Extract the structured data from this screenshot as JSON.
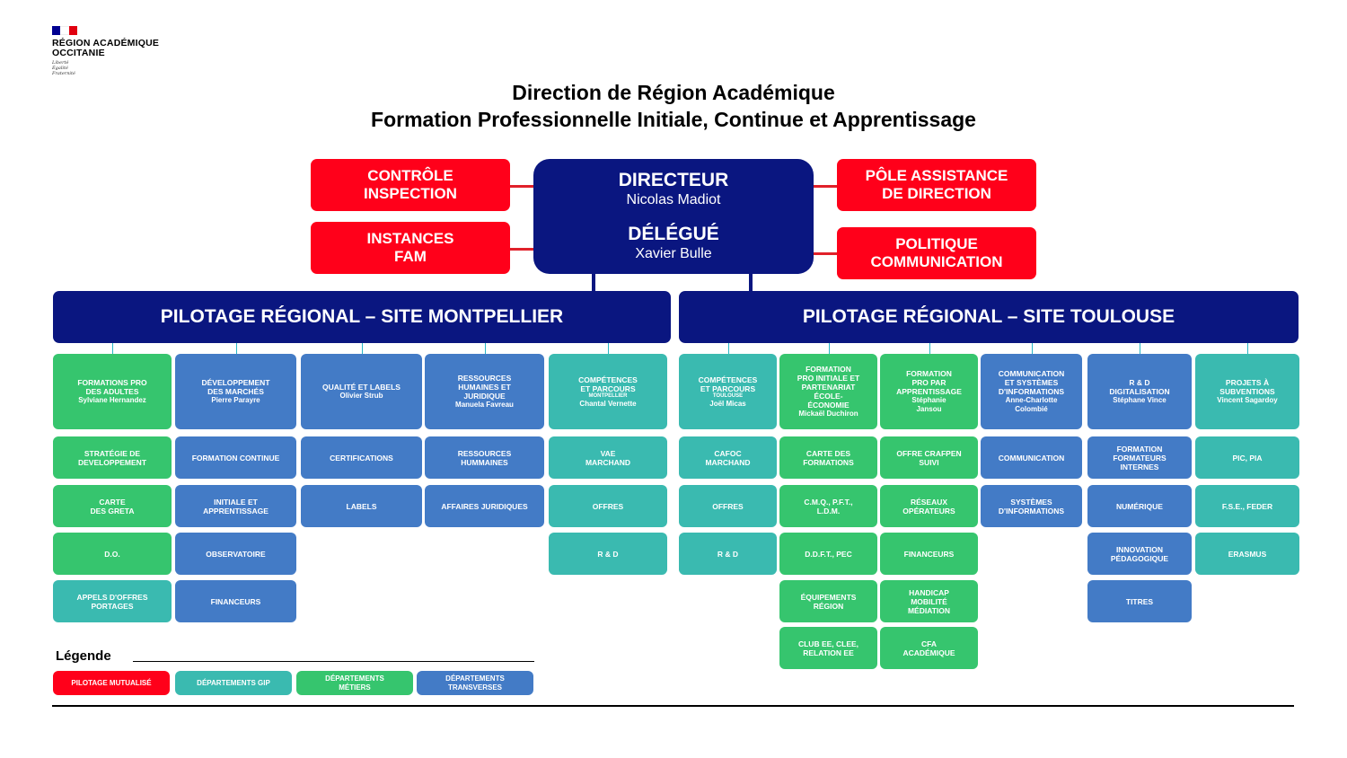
{
  "logo": {
    "line1": "RÉGION ACADÉMIQUE",
    "line2": "OCCITANIE",
    "motto": "Liberté\nÉgalité\nFraternité",
    "colors": [
      "#000091",
      "#ffffff",
      "#e1000f"
    ]
  },
  "title": {
    "line1": "Direction de Région Académique",
    "line2": "Formation Professionnelle Initiale, Continue et Apprentissage"
  },
  "colors": {
    "pilotage_mutualise": "#ff001a",
    "departements_gip": "#3abab0",
    "departements_metiers": "#36c56e",
    "departements_transverses": "#437bc6",
    "directeur": "#0a1680"
  },
  "top": {
    "controle": [
      "CONTRÔLE",
      "INSPECTION"
    ],
    "instances": [
      "INSTANCES",
      "FAM"
    ],
    "pole": [
      "PÔLE ASSISTANCE",
      "DE DIRECTION"
    ],
    "politique": [
      "POLITIQUE",
      "COMMUNICATION"
    ],
    "directeur_title": "DIRECTEUR",
    "directeur_name": "Nicolas Madiot",
    "delegue_title": "DÉLÉGUÉ",
    "delegue_name": "Xavier Bulle"
  },
  "pilotage": {
    "montpellier": "PILOTAGE RÉGIONAL – SITE MONTPELLIER",
    "toulouse": "PILOTAGE RÉGIONAL – SITE TOULOUSE"
  },
  "columns": [
    {
      "head": {
        "label": "FORMATIONS PRO\nDES ADULTES",
        "name": "Sylviane Hernandez",
        "type": "green"
      },
      "items": [
        {
          "label": "STRATÉGIE DE\nDEVELOPPEMENT",
          "type": "green"
        },
        {
          "label": "CARTE\nDES GRETA",
          "type": "green"
        },
        {
          "label": "D.O.",
          "type": "green"
        },
        {
          "label": "APPELS D'OFFRES\nPORTAGES",
          "type": "teal"
        }
      ]
    },
    {
      "head": {
        "label": "DÉVELOPPEMENT\nDES MARCHÉS",
        "name": "Pierre Parayre",
        "type": "blue"
      },
      "items": [
        {
          "label": "FORMATION CONTINUE",
          "type": "blue"
        },
        {
          "label": "INITIALE ET\nAPPRENTISSAGE",
          "type": "blue"
        },
        {
          "label": "OBSERVATOIRE",
          "type": "blue"
        },
        {
          "label": "FINANCEURS",
          "type": "blue"
        }
      ]
    },
    {
      "head": {
        "label": "QUALITÉ ET LABELS",
        "name": "Olivier Strub",
        "type": "blue"
      },
      "items": [
        {
          "label": "CERTIFICATIONS",
          "type": "blue"
        },
        {
          "label": "LABELS",
          "type": "blue"
        }
      ]
    },
    {
      "head": {
        "label": "RESSOURCES\nHUMAINES ET\nJURIDIQUE",
        "name": "Manuela Favreau",
        "type": "blue"
      },
      "items": [
        {
          "label": "RESSOURCES\nHUMMAINES",
          "type": "blue"
        },
        {
          "label": "AFFAIRES JURIDIQUES",
          "type": "blue"
        }
      ]
    },
    {
      "head": {
        "label": "COMPÉTENCES\nET PARCOURS",
        "sub": "MONTPELLIER",
        "name": "Chantal Vernette",
        "type": "teal"
      },
      "items": [
        {
          "label": "VAE\nMARCHAND",
          "type": "teal"
        },
        {
          "label": "OFFRES",
          "type": "teal"
        },
        {
          "label": "R & D",
          "type": "teal"
        }
      ]
    },
    {
      "head": {
        "label": "COMPÉTENCES\nET PARCOURS",
        "sub": "TOULOUSE",
        "name": "Joël Micas",
        "type": "teal"
      },
      "items": [
        {
          "label": "CAFOC\nMARCHAND",
          "type": "teal"
        },
        {
          "label": "OFFRES",
          "type": "teal"
        },
        {
          "label": "R & D",
          "type": "teal"
        }
      ]
    },
    {
      "head": {
        "label": "FORMATION\nPRO INITIALE ET\nPARTENARIAT\nÉCOLE-\nÉCONOMIE",
        "name": "Mickaël Duchiron",
        "type": "green"
      },
      "items": [
        {
          "label": "CARTE DES\nFORMATIONS",
          "type": "green"
        },
        {
          "label": "C.M.Q., P.F.T.,\nL.D.M.",
          "type": "green"
        },
        {
          "label": "D.D.F.T., PEC",
          "type": "green"
        },
        {
          "label": "ÉQUIPEMENTS\nRÉGION",
          "type": "green"
        },
        {
          "label": "CLUB EE, CLEE,\nRELATION EE",
          "type": "green"
        }
      ]
    },
    {
      "head": {
        "label": "FORMATION\nPRO PAR\nAPPRENTISSAGE",
        "name": "Stéphanie\nJansou",
        "type": "green"
      },
      "items": [
        {
          "label": "OFFRE CRAFPEN\nSUIVI",
          "type": "green"
        },
        {
          "label": "RÉSEAUX\nOPÉRATEURS",
          "type": "green"
        },
        {
          "label": "FINANCEURS",
          "type": "green"
        },
        {
          "label": "HANDICAP\nMOBILITÉ\nMÉDIATION",
          "type": "green"
        },
        {
          "label": "CFA\nACADÉMIQUE",
          "type": "green"
        }
      ]
    },
    {
      "head": {
        "label": "COMMUNICATION\nET SYSTÈMES\nD'INFORMATIONS",
        "name": "Anne-Charlotte\nColombié",
        "type": "blue"
      },
      "items": [
        {
          "label": "COMMUNICATION",
          "type": "blue"
        },
        {
          "label": "SYSTÈMES\nD'INFORMATIONS",
          "type": "blue"
        }
      ]
    },
    {
      "head": {
        "label": "R & D\nDIGITALISATION",
        "name": "Stéphane Vince",
        "type": "blue"
      },
      "items": [
        {
          "label": "FORMATION\nFORMATEURS\nINTERNES",
          "type": "blue"
        },
        {
          "label": "NUMÉRIQUE",
          "type": "blue"
        },
        {
          "label": "INNOVATION\nPÉDAGOGIQUE",
          "type": "blue"
        },
        {
          "label": "TITRES",
          "type": "blue"
        }
      ]
    },
    {
      "head": {
        "label": "PROJETS À\nSUBVENTIONS",
        "name": "Vincent Sagardoy",
        "type": "teal"
      },
      "items": [
        {
          "label": "PIC, PIA",
          "type": "teal"
        },
        {
          "label": "F.S.E., FEDER",
          "type": "teal"
        },
        {
          "label": "ERASMUS",
          "type": "teal"
        }
      ]
    }
  ],
  "legend": {
    "title": "Légende",
    "items": [
      {
        "label": "PILOTAGE MUTUALISÉ",
        "type": "red"
      },
      {
        "label": "DÉPARTEMENTS GIP",
        "type": "teal"
      },
      {
        "label": "DÉPARTEMENTS\nMÉTIERS",
        "type": "green"
      },
      {
        "label": "DÉPARTEMENTS\nTRANSVERSES",
        "type": "blue"
      }
    ]
  }
}
